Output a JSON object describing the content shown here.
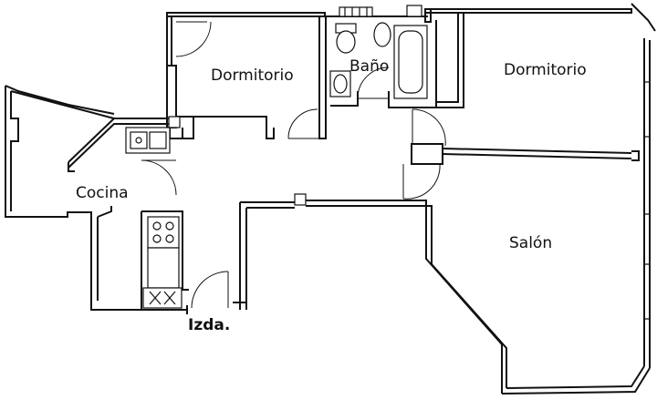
{
  "plan": {
    "rooms": [
      {
        "id": "dormitorio-1",
        "label": "Dormitorio"
      },
      {
        "id": "bano",
        "label": "Baño"
      },
      {
        "id": "dormitorio-2",
        "label": "Dormitorio"
      },
      {
        "id": "cocina",
        "label": "Cocina"
      },
      {
        "id": "salon",
        "label": "Salón"
      }
    ],
    "entrance_label": "Izda."
  }
}
